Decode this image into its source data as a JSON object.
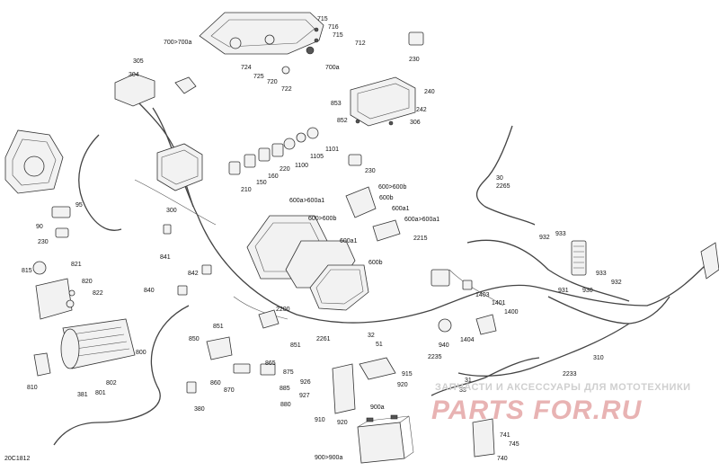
{
  "figure_code": "20C1812",
  "watermark": {
    "line1": "ЗАПЧАСТИ И АКСЕССУАРЫ ДЛЯ МОТОТЕХНИКИ",
    "line2": "PARTS FOR.RU"
  },
  "callouts": [
    "700>700a",
    "715",
    "716",
    "715",
    "712",
    "724",
    "725",
    "720",
    "722",
    "700a",
    "230",
    "305",
    "304",
    "853",
    "240",
    "852",
    "242",
    "306",
    "1101",
    "1105",
    "1100",
    "220",
    "160",
    "150",
    "210",
    "230",
    "30",
    "2265",
    "300",
    "90",
    "95",
    "230",
    "600a>600a1",
    "600>600b",
    "600b",
    "600a1",
    "600>600b",
    "600a>600a1",
    "600a1",
    "600b",
    "2215",
    "841",
    "842",
    "840",
    "815",
    "821",
    "820",
    "822",
    "800",
    "810",
    "381",
    "801",
    "802",
    "2200",
    "851",
    "850",
    "851",
    "865",
    "875",
    "860",
    "870",
    "885",
    "880",
    "380",
    "32",
    "51",
    "2261",
    "940",
    "2235",
    "926",
    "927",
    "915",
    "910",
    "920",
    "920",
    "900a",
    "900>900a",
    "1403",
    "1401",
    "1400",
    "1404",
    "31",
    "33",
    "2233",
    "310",
    "932",
    "933",
    "931",
    "930",
    "933",
    "932",
    "741",
    "745",
    "740"
  ]
}
